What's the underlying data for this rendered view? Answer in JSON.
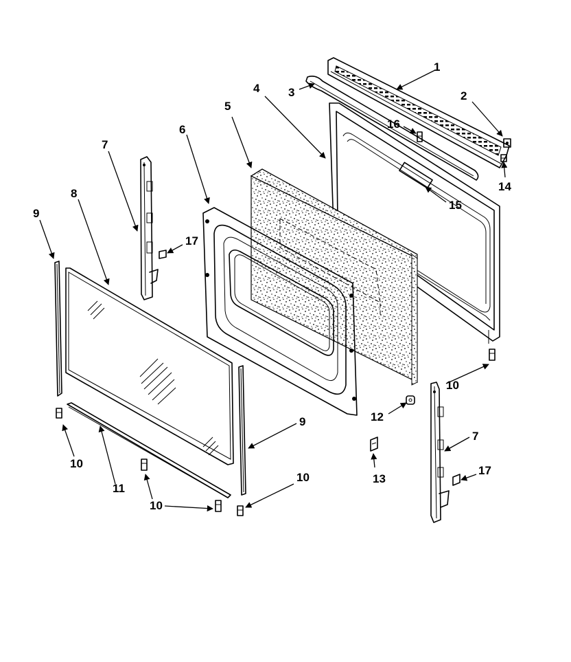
{
  "callouts": [
    {
      "id": "c1",
      "label": "1"
    },
    {
      "id": "c2",
      "label": "2"
    },
    {
      "id": "c3",
      "label": "3"
    },
    {
      "id": "c4",
      "label": "4"
    },
    {
      "id": "c5",
      "label": "5"
    },
    {
      "id": "c6",
      "label": "6"
    },
    {
      "id": "c7a",
      "label": "7"
    },
    {
      "id": "c7b",
      "label": "7"
    },
    {
      "id": "c8",
      "label": "8"
    },
    {
      "id": "c9a",
      "label": "9"
    },
    {
      "id": "c9b",
      "label": "9"
    },
    {
      "id": "c10a",
      "label": "10"
    },
    {
      "id": "c10b",
      "label": "10"
    },
    {
      "id": "c10c",
      "label": "10"
    },
    {
      "id": "c10d",
      "label": "10"
    },
    {
      "id": "c10e",
      "label": "10"
    },
    {
      "id": "c11",
      "label": "11"
    },
    {
      "id": "c12",
      "label": "12"
    },
    {
      "id": "c13",
      "label": "13"
    },
    {
      "id": "c14",
      "label": "14"
    },
    {
      "id": "c15",
      "label": "15"
    },
    {
      "id": "c16",
      "label": "16"
    },
    {
      "id": "c17a",
      "label": "17"
    },
    {
      "id": "c17b",
      "label": "17"
    }
  ]
}
